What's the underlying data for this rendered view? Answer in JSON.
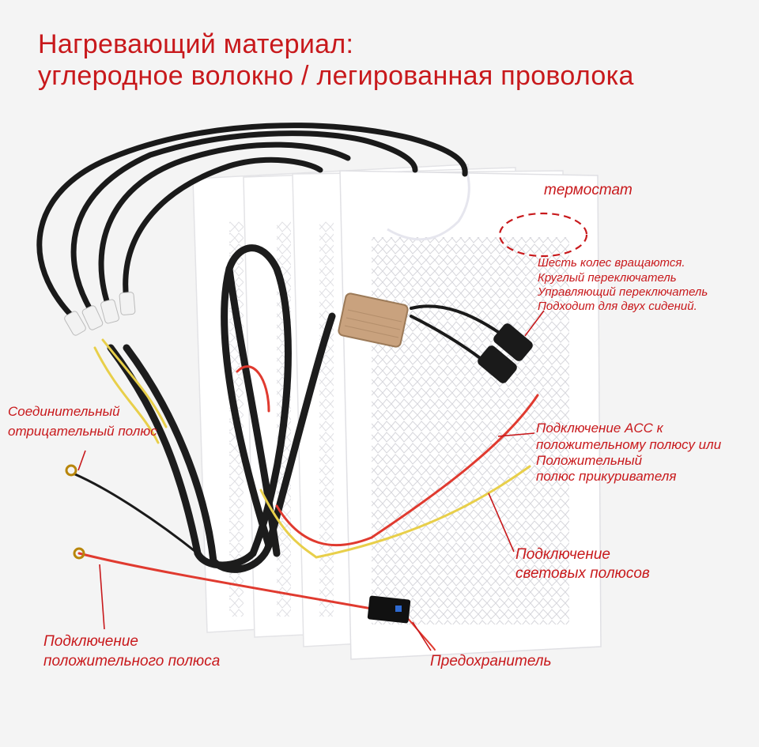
{
  "title": {
    "line1": "Нагревающий материал:",
    "line2": "углеродное волокно / легированная проволока"
  },
  "labels": {
    "thermostat": "термостат",
    "switch_lines": [
      "Шесть колес вращаются.",
      "Круглый переключатель",
      "Управляющий переключатель",
      "Подходит для двух сидений."
    ],
    "negative_lines": [
      "Соединительный",
      "отрицательный полюс"
    ],
    "acc_lines": [
      "Подключение ACC к",
      "положительному полюсу или",
      "Положительный",
      "полюс прикуривателя"
    ],
    "light_lines": [
      "Подключение",
      "световых полюсов"
    ],
    "positive_lines": [
      "Подключение",
      "положительного полюса"
    ],
    "fuse": "Предохранитель"
  },
  "colors": {
    "annotation_red": "#c8191c",
    "pad_white": "#ffffff",
    "wire_black": "#1a1a1a",
    "wire_red": "#e03a2f",
    "wire_yellow": "#e8cf4a",
    "controller_gold": "#c9a27e"
  }
}
